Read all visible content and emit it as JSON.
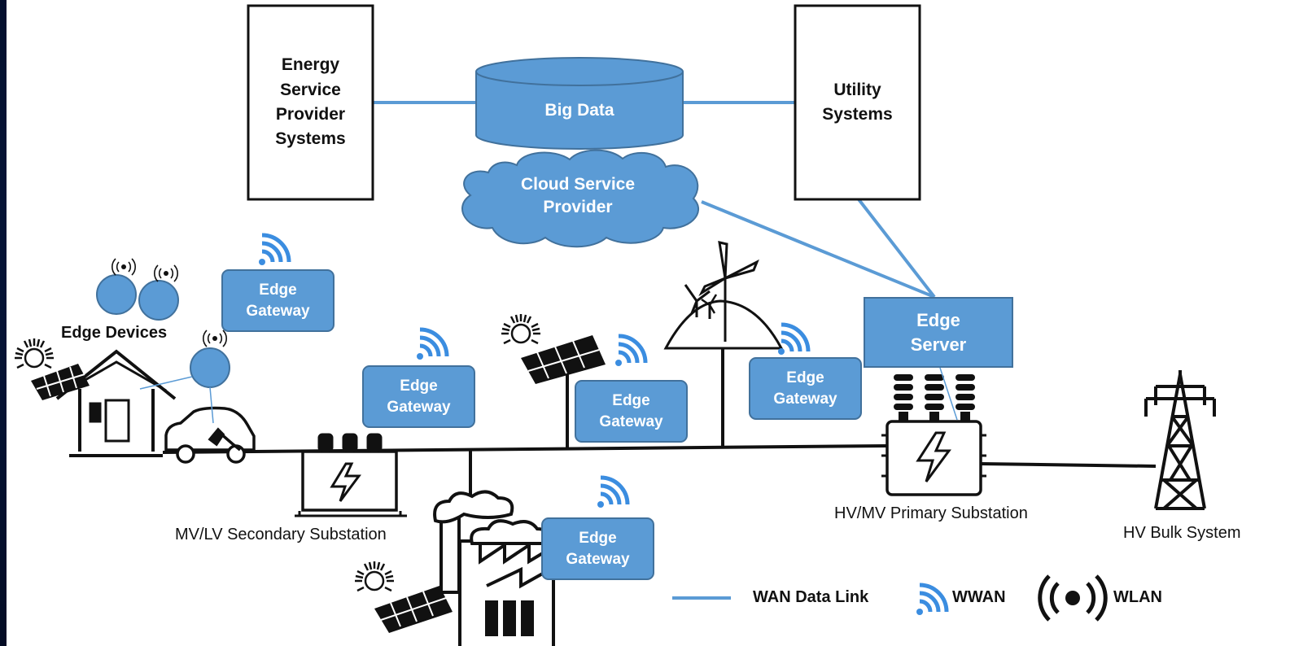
{
  "systems": {
    "esp": "Energy Service Provider Systems",
    "utility": "Utility Systems",
    "big_data": "Big Data",
    "cloud": "Cloud Service Provider"
  },
  "edge": {
    "server": "Edge Server",
    "gateway": "Edge Gateway",
    "devices": "Edge Devices"
  },
  "substations": {
    "secondary": "MV/LV Secondary Substation",
    "primary": "HV/MV Primary Substation",
    "bulk": "HV Bulk System"
  },
  "legend": {
    "wan": "WAN Data Link",
    "wwan": "WWAN",
    "wlan": "WLAN"
  },
  "colors": {
    "accent": "#5b9bd5",
    "accent_dark": "#41719c",
    "line": "#111111",
    "link": "#5b9bd5"
  }
}
